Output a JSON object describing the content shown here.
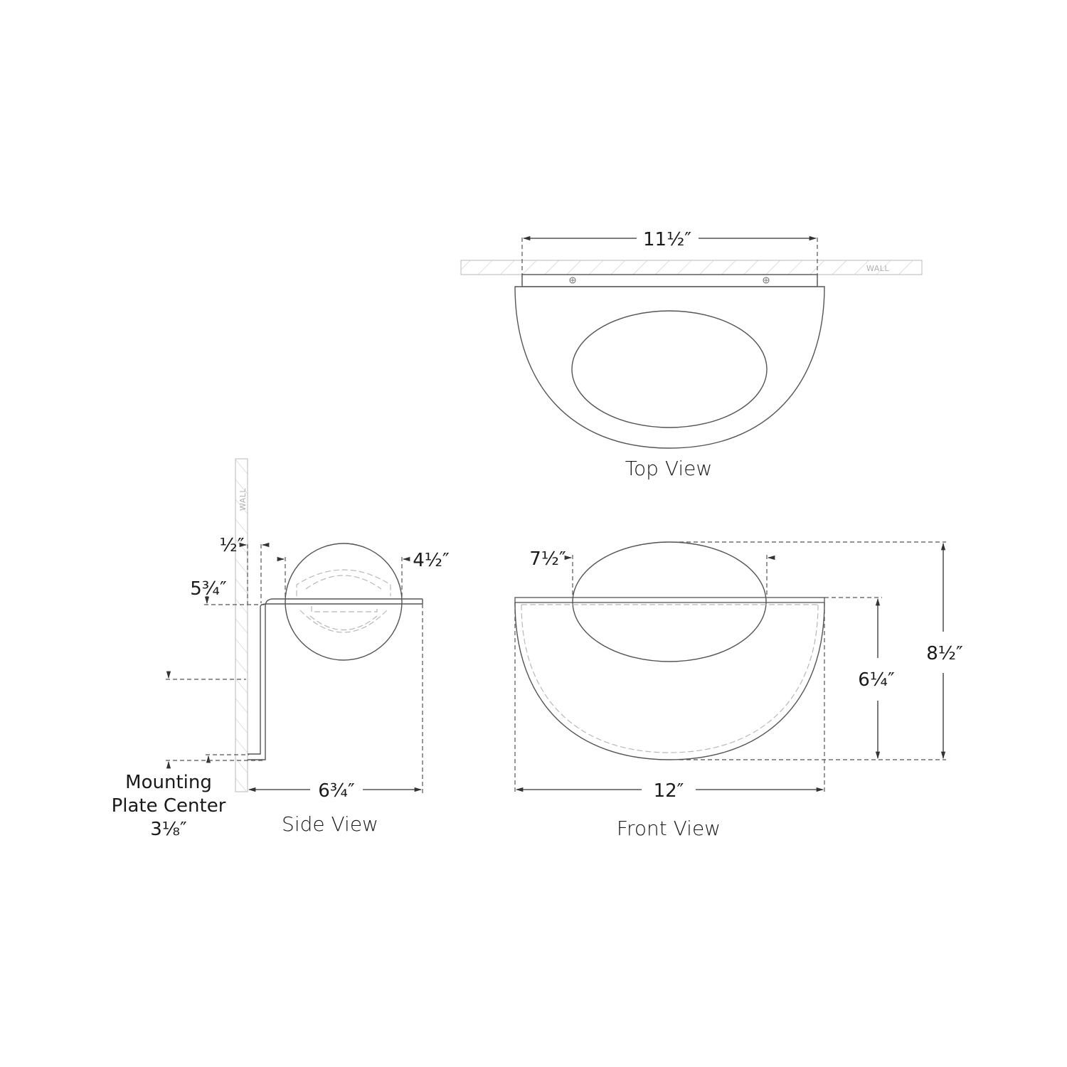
{
  "drawing": {
    "wall_label": "WALL",
    "views": {
      "top": {
        "title": "Top View",
        "width_dim": "11½″"
      },
      "side": {
        "title": "Side View",
        "depth_dim": "6¾″",
        "backplate_offset_dim": "½″",
        "shade_depth_dim": "4½″",
        "arm_height_dim": "5¾″",
        "mounting_plate_label_line1": "Mounting",
        "mounting_plate_label_line2": "Plate Center",
        "mounting_plate_dim": "3⅛″"
      },
      "front": {
        "title": "Front View",
        "width_dim": "12″",
        "shade_width_dim": "7½″",
        "body_height_dim": "6¼″",
        "overall_height_dim": "8½″"
      }
    }
  }
}
